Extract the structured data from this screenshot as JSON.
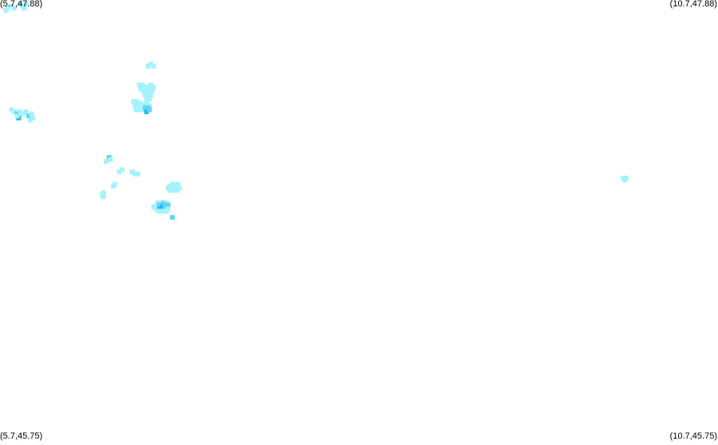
{
  "corners": {
    "top_left": "(5.7,47.88)",
    "top_right": "(10.7,47.88)",
    "bottom_left": "(5.7,45.75)",
    "bottom_right": "(10.7,45.75)"
  },
  "bounds": {
    "lon_min": 5.7,
    "lon_max": 10.7,
    "lat_min": 45.75,
    "lat_max": 47.88
  },
  "colors": {
    "background": "#ffffff",
    "light": "#a6f2fb",
    "medium": "#5fd6f5",
    "dark": "#2bb6ee"
  },
  "precip_cells": [
    {
      "lon": 5.74,
      "lat": 47.83,
      "level": "light"
    },
    {
      "lon": 5.78,
      "lat": 47.85,
      "level": "light"
    },
    {
      "lon": 5.84,
      "lat": 47.86,
      "level": "light"
    },
    {
      "lon": 5.86,
      "lat": 47.85,
      "level": "light"
    },
    {
      "lon": 5.88,
      "lat": 47.86,
      "level": "light"
    },
    {
      "lon": 5.87,
      "lat": 47.84,
      "level": "light"
    },
    {
      "lon": 5.8,
      "lat": 47.84,
      "level": "light"
    },
    {
      "lon": 5.75,
      "lat": 47.84,
      "level": "light"
    },
    {
      "lon": 6.73,
      "lat": 47.56,
      "level": "light"
    },
    {
      "lon": 6.75,
      "lat": 47.57,
      "level": "light"
    },
    {
      "lon": 6.77,
      "lat": 47.56,
      "level": "light"
    },
    {
      "lon": 6.67,
      "lat": 47.47,
      "level": "light"
    },
    {
      "lon": 6.69,
      "lat": 47.47,
      "level": "light"
    },
    {
      "lon": 6.71,
      "lat": 47.46,
      "level": "light"
    },
    {
      "lon": 6.73,
      "lat": 47.46,
      "level": "light"
    },
    {
      "lon": 6.75,
      "lat": 47.47,
      "level": "light"
    },
    {
      "lon": 6.77,
      "lat": 47.46,
      "level": "light"
    },
    {
      "lon": 6.68,
      "lat": 47.45,
      "level": "light"
    },
    {
      "lon": 6.7,
      "lat": 47.44,
      "level": "light"
    },
    {
      "lon": 6.72,
      "lat": 47.44,
      "level": "light"
    },
    {
      "lon": 6.74,
      "lat": 47.45,
      "level": "light"
    },
    {
      "lon": 6.76,
      "lat": 47.44,
      "level": "light"
    },
    {
      "lon": 6.71,
      "lat": 47.42,
      "level": "light"
    },
    {
      "lon": 6.73,
      "lat": 47.42,
      "level": "light"
    },
    {
      "lon": 6.75,
      "lat": 47.42,
      "level": "light"
    },
    {
      "lon": 6.72,
      "lat": 47.4,
      "level": "light"
    },
    {
      "lon": 6.74,
      "lat": 47.4,
      "level": "light"
    },
    {
      "lon": 6.63,
      "lat": 47.39,
      "level": "light"
    },
    {
      "lon": 6.65,
      "lat": 47.39,
      "level": "light"
    },
    {
      "lon": 6.64,
      "lat": 47.37,
      "level": "light"
    },
    {
      "lon": 6.66,
      "lat": 47.37,
      "level": "light"
    },
    {
      "lon": 6.68,
      "lat": 47.38,
      "level": "light"
    },
    {
      "lon": 6.7,
      "lat": 47.37,
      "level": "light"
    },
    {
      "lon": 6.72,
      "lat": 47.38,
      "level": "light"
    },
    {
      "lon": 6.74,
      "lat": 47.37,
      "level": "light"
    },
    {
      "lon": 6.65,
      "lat": 47.35,
      "level": "light"
    },
    {
      "lon": 6.67,
      "lat": 47.35,
      "level": "light"
    },
    {
      "lon": 6.69,
      "lat": 47.35,
      "level": "light"
    },
    {
      "lon": 6.71,
      "lat": 47.36,
      "level": "medium"
    },
    {
      "lon": 6.73,
      "lat": 47.36,
      "level": "medium"
    },
    {
      "lon": 6.72,
      "lat": 47.34,
      "level": "dark"
    },
    {
      "lon": 6.74,
      "lat": 47.35,
      "level": "medium"
    },
    {
      "lon": 5.78,
      "lat": 47.35,
      "level": "light"
    },
    {
      "lon": 5.8,
      "lat": 47.34,
      "level": "light"
    },
    {
      "lon": 5.82,
      "lat": 47.33,
      "level": "medium"
    },
    {
      "lon": 5.84,
      "lat": 47.34,
      "level": "light"
    },
    {
      "lon": 5.86,
      "lat": 47.33,
      "level": "light"
    },
    {
      "lon": 5.88,
      "lat": 47.34,
      "level": "light"
    },
    {
      "lon": 5.9,
      "lat": 47.32,
      "level": "medium"
    },
    {
      "lon": 5.92,
      "lat": 47.33,
      "level": "light"
    },
    {
      "lon": 5.93,
      "lat": 47.31,
      "level": "light"
    },
    {
      "lon": 5.91,
      "lat": 47.3,
      "level": "light"
    },
    {
      "lon": 5.83,
      "lat": 47.31,
      "level": "dark"
    },
    {
      "lon": 5.82,
      "lat": 47.32,
      "level": "light"
    },
    {
      "lon": 6.46,
      "lat": 47.12,
      "level": "medium"
    },
    {
      "lon": 6.47,
      "lat": 47.11,
      "level": "light"
    },
    {
      "lon": 6.44,
      "lat": 47.1,
      "level": "light"
    },
    {
      "lon": 6.53,
      "lat": 47.05,
      "level": "light"
    },
    {
      "lon": 6.55,
      "lat": 47.06,
      "level": "light"
    },
    {
      "lon": 6.62,
      "lat": 47.05,
      "level": "light"
    },
    {
      "lon": 6.64,
      "lat": 47.04,
      "level": "light"
    },
    {
      "lon": 6.66,
      "lat": 47.04,
      "level": "light"
    },
    {
      "lon": 6.5,
      "lat": 46.99,
      "level": "light"
    },
    {
      "lon": 6.49,
      "lat": 46.98,
      "level": "light"
    },
    {
      "lon": 6.42,
      "lat": 46.95,
      "level": "light"
    },
    {
      "lon": 6.41,
      "lat": 46.94,
      "level": "light"
    },
    {
      "lon": 6.42,
      "lat": 46.93,
      "level": "light"
    },
    {
      "lon": 6.88,
      "lat": 46.98,
      "level": "light"
    },
    {
      "lon": 6.9,
      "lat": 46.99,
      "level": "light"
    },
    {
      "lon": 6.92,
      "lat": 46.99,
      "level": "light"
    },
    {
      "lon": 6.94,
      "lat": 46.99,
      "level": "light"
    },
    {
      "lon": 6.87,
      "lat": 46.97,
      "level": "light"
    },
    {
      "lon": 6.89,
      "lat": 46.97,
      "level": "light"
    },
    {
      "lon": 6.91,
      "lat": 46.97,
      "level": "light"
    },
    {
      "lon": 6.93,
      "lat": 46.97,
      "level": "light"
    },
    {
      "lon": 6.95,
      "lat": 46.97,
      "level": "light"
    },
    {
      "lon": 6.89,
      "lat": 46.96,
      "level": "light"
    },
    {
      "lon": 6.91,
      "lat": 46.96,
      "level": "light"
    },
    {
      "lon": 6.93,
      "lat": 46.96,
      "level": "light"
    },
    {
      "lon": 6.8,
      "lat": 46.9,
      "level": "light"
    },
    {
      "lon": 6.82,
      "lat": 46.9,
      "level": "light"
    },
    {
      "lon": 6.84,
      "lat": 46.9,
      "level": "medium"
    },
    {
      "lon": 6.86,
      "lat": 46.9,
      "level": "light"
    },
    {
      "lon": 6.79,
      "lat": 46.89,
      "level": "light"
    },
    {
      "lon": 6.81,
      "lat": 46.89,
      "level": "medium"
    },
    {
      "lon": 6.83,
      "lat": 46.88,
      "level": "dark"
    },
    {
      "lon": 6.85,
      "lat": 46.89,
      "level": "medium"
    },
    {
      "lon": 6.87,
      "lat": 46.89,
      "level": "medium"
    },
    {
      "lon": 6.77,
      "lat": 46.88,
      "level": "light"
    },
    {
      "lon": 6.79,
      "lat": 46.87,
      "level": "light"
    },
    {
      "lon": 6.81,
      "lat": 46.87,
      "level": "dark"
    },
    {
      "lon": 6.85,
      "lat": 46.87,
      "level": "medium"
    },
    {
      "lon": 6.87,
      "lat": 46.87,
      "level": "light"
    },
    {
      "lon": 6.8,
      "lat": 46.86,
      "level": "light"
    },
    {
      "lon": 6.83,
      "lat": 46.86,
      "level": "light"
    },
    {
      "lon": 6.86,
      "lat": 46.86,
      "level": "light"
    },
    {
      "lon": 6.9,
      "lat": 46.83,
      "level": "medium"
    },
    {
      "lon": 10.04,
      "lat": 47.02,
      "level": "light"
    },
    {
      "lon": 10.06,
      "lat": 47.02,
      "level": "light"
    },
    {
      "lon": 10.05,
      "lat": 47.01,
      "level": "light"
    }
  ]
}
